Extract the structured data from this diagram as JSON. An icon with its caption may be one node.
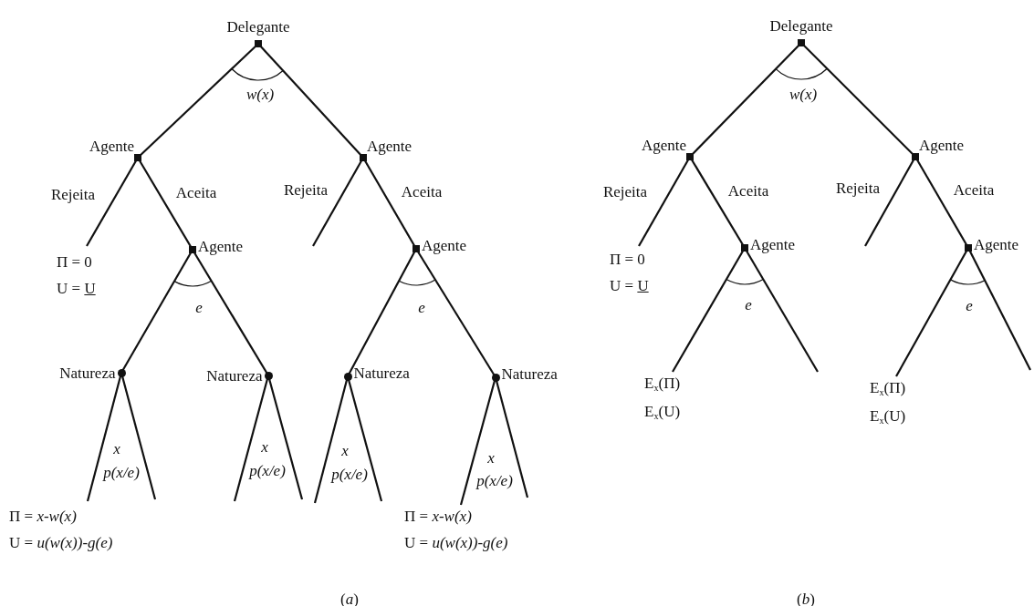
{
  "diagram": {
    "nodes": [
      {
        "text": [
          "Delegante"
        ]
      },
      {
        "text": [
          "Agente"
        ]
      },
      {
        "text": [
          "Agente"
        ]
      },
      {
        "text": [
          "Π = 0",
          "U = U"
        ]
      },
      {
        "text": [
          "Agente"
        ]
      },
      {
        "text": [
          "Agente"
        ]
      },
      {
        "text": [
          "Natureza"
        ]
      },
      {
        "text": [
          "Natureza"
        ]
      },
      {
        "text": [
          "Natureza"
        ]
      },
      {
        "text": [
          "Natureza"
        ]
      },
      {
        "text": [
          "Π = *x-w(x)*",
          "U = *u(w(x))-g(e)*"
        ]
      },
      {
        "text": [
          "Π = *x-w(x)*",
          "U = *u(w(x))-g(e)*"
        ]
      },
      {
        "text": [
          "Delegante"
        ]
      },
      {
        "text": [
          "Agente"
        ]
      },
      {
        "text": [
          "Agente"
        ]
      },
      {
        "text": [
          "Π = 0",
          "U = U"
        ]
      },
      {
        "text": [
          "Agente"
        ]
      },
      {
        "text": [
          "Agente"
        ]
      },
      {
        "text": [
          "E$_{x}$(Π)",
          "E$_{x}$(U)"
        ]
      },
      {
        "text": [
          "E$_{x}$(Π)",
          "E$_{x}$(U)"
        ]
      }
    ],
    "edges": [
      {
        "from": 0,
        "to": 1,
        "arrow": "none"
      },
      {
        "from": 0,
        "to": 2,
        "arrow": "none"
      },
      {
        "from": 1,
        "to": 3,
        "arrow": "none",
        "label": "Rejeita"
      },
      {
        "from": 1,
        "to": 4,
        "arrow": "none",
        "label": "Aceita"
      },
      {
        "from": 2,
        "to": null,
        "arrow": "none",
        "label": "Rejeita"
      },
      {
        "from": 2,
        "to": 5,
        "arrow": "none",
        "label": "Aceita"
      },
      {
        "from": 4,
        "to": 6,
        "arrow": "none"
      },
      {
        "from": 4,
        "to": 7,
        "arrow": "none"
      },
      {
        "from": 5,
        "to": 8,
        "arrow": "none"
      },
      {
        "from": 5,
        "to": 9,
        "arrow": "none"
      },
      {
        "from": 6,
        "to": 10,
        "arrow": "none"
      },
      {
        "from": 6,
        "to": null,
        "arrow": "none"
      },
      {
        "from": 7,
        "to": null,
        "arrow": "none"
      },
      {
        "from": 7,
        "to": null,
        "arrow": "none"
      },
      {
        "from": 8,
        "to": null,
        "arrow": "none"
      },
      {
        "from": 8,
        "to": null,
        "arrow": "none"
      },
      {
        "from": 9,
        "to": 11,
        "arrow": "none"
      },
      {
        "from": 9,
        "to": null,
        "arrow": "none"
      },
      {
        "from": 12,
        "to": 13,
        "arrow": "none"
      },
      {
        "from": 12,
        "to": 14,
        "arrow": "none"
      },
      {
        "from": 13,
        "to": 15,
        "arrow": "none",
        "label": "Rejeita"
      },
      {
        "from": 13,
        "to": 16,
        "arrow": "none",
        "label": "Aceita"
      },
      {
        "from": 14,
        "to": null,
        "arrow": "none",
        "label": "Rejeita"
      },
      {
        "from": 14,
        "to": 17,
        "arrow": "none",
        "label": "Aceita"
      },
      {
        "from": 16,
        "to": 18,
        "arrow": "none"
      },
      {
        "from": 16,
        "to": null,
        "arrow": "none"
      },
      {
        "from": 17,
        "to": 19,
        "arrow": "none"
      },
      {
        "from": 17,
        "to": null,
        "arrow": "none"
      }
    ],
    "labels": [
      "w(x)",
      "e",
      "e",
      "x",
      "p(x/e)",
      "x",
      "p(x/e)",
      "x",
      "p(x/e)",
      "x",
      "p(x/e)",
      "(*a*)",
      "w(x)",
      "e",
      "e",
      "(*b*)"
    ]
  }
}
